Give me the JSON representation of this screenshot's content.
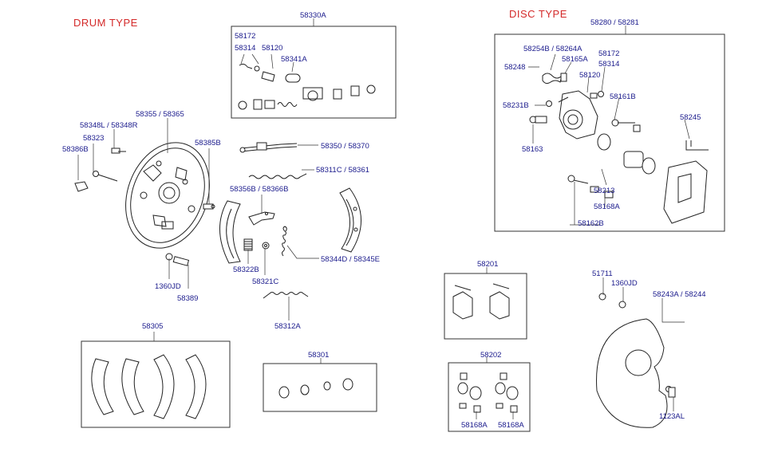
{
  "headers": {
    "drum": "DRUM TYPE",
    "disc": "DISC TYPE"
  },
  "drum_labels": {
    "l58330A": "58330A",
    "l58172a": "58172",
    "l58314a": "58314",
    "l58120a": "58120",
    "l58341A": "58341A",
    "l58355": "58355 / 58365",
    "l58348": "58348L / 58348R",
    "l58323": "58323",
    "l58386B": "58386B",
    "l58385B": "58385B",
    "l58350": "58350 / 58370",
    "l58311C": "58311C / 58361",
    "l58356B": "58356B / 58366B",
    "l58322B": "58322B",
    "l58321C": "58321C",
    "l58344D": "58344D / 58345E",
    "l1360JDa": "1360JD",
    "l58389": "58389",
    "l58312A": "58312A",
    "l58305": "58305",
    "l58301": "58301"
  },
  "disc_labels": {
    "l58280": "58280 / 58281",
    "l58254B": "58254B / 58264A",
    "l58172b": "58172",
    "l58165A": "58165A",
    "l58314b": "58314",
    "l58248": "58248",
    "l58120b": "58120",
    "l58231B": "58231B",
    "l58161B": "58161B",
    "l58245": "58245",
    "l58163": "58163",
    "l58213": "58213",
    "l58168Aa": "58168A",
    "l58162B": "58162B",
    "l58201": "58201",
    "l51711": "51711",
    "l1360JDb": "1360JD",
    "l58243A": "58243A / 58244",
    "l58202": "58202",
    "l1123AL": "1123AL",
    "l58168Ab": "58168A",
    "l58168Ac": "58168A"
  }
}
